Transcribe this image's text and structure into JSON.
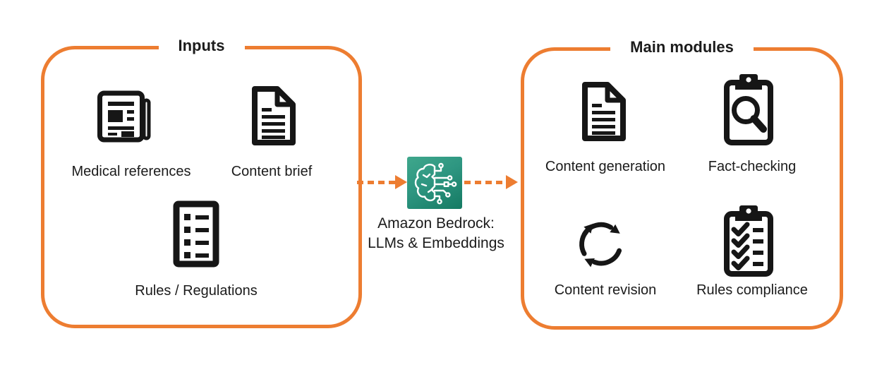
{
  "inputs_box": {
    "title": "Inputs",
    "items": [
      {
        "label": "Medical references",
        "icon": "newspaper-icon"
      },
      {
        "label": "Content brief",
        "icon": "document-icon"
      },
      {
        "label": "Rules / Regulations",
        "icon": "checklist-document-icon"
      }
    ]
  },
  "bridge": {
    "icon": "amazon-bedrock-icon",
    "label_line1": "Amazon Bedrock:",
    "label_line2": "LLMs & Embeddings"
  },
  "modules_box": {
    "title": "Main modules",
    "items": [
      {
        "label": "Content generation",
        "icon": "document-icon"
      },
      {
        "label": "Fact-checking",
        "icon": "clipboard-magnifier-icon"
      },
      {
        "label": "Content revision",
        "icon": "cycle-arrows-icon"
      },
      {
        "label": "Rules compliance",
        "icon": "clipboard-checklist-icon"
      }
    ]
  },
  "colors": {
    "accent_orange": "#ED7D31",
    "bedrock_teal_light": "#3FA78C",
    "bedrock_teal_dark": "#157A63",
    "icon_black": "#161616"
  }
}
